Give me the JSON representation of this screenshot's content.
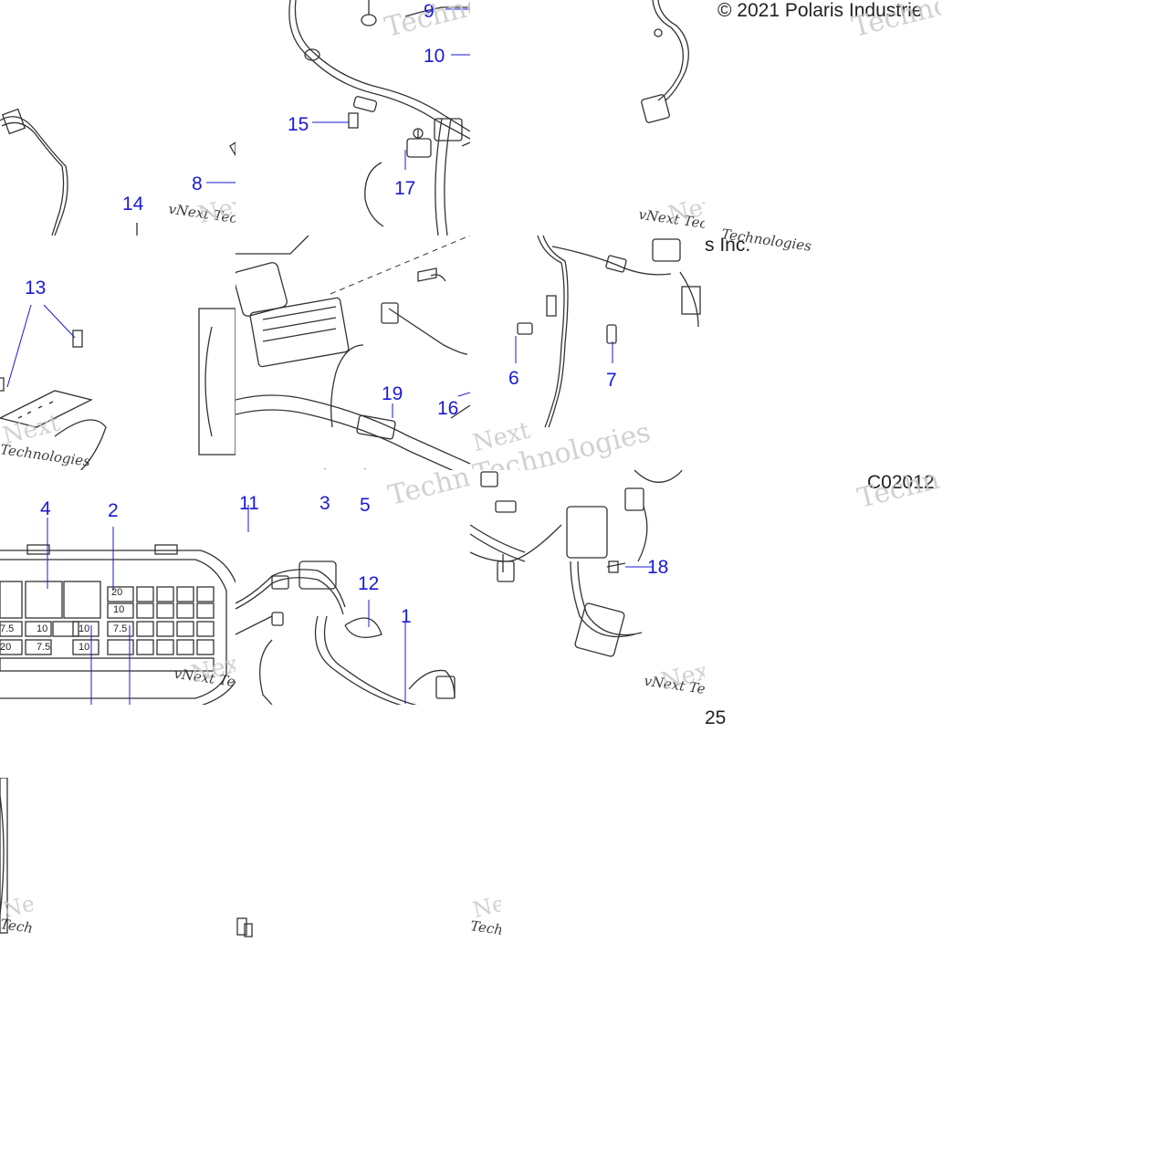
{
  "copyright": "© 2021 Polaris Industrie",
  "copyright_tail": "s Inc.",
  "figure_code": "C02012",
  "page_number": "25",
  "watermark": {
    "brand": "vNext Technologies",
    "word_next": "Next",
    "word_tech": "Technologies"
  },
  "callouts": {
    "c1": "1",
    "c2": "2",
    "c3": "3",
    "c4": "4",
    "c5": "5",
    "c6": "6",
    "c7": "7",
    "c8": "8",
    "c9": "9",
    "c10": "10",
    "c11": "11",
    "c12": "12",
    "c13": "13",
    "c14": "14",
    "c15": "15",
    "c16": "16",
    "c17": "17",
    "c18": "18",
    "c19": "19"
  },
  "fuse_labels": [
    "20",
    "10",
    "7.5",
    "10",
    "10",
    "7.5",
    "20",
    "7.5",
    "10"
  ],
  "icons": [
    "wire-harness",
    "connector",
    "fuse-box",
    "relay",
    "bolt",
    "cable-tie",
    "sensor"
  ]
}
